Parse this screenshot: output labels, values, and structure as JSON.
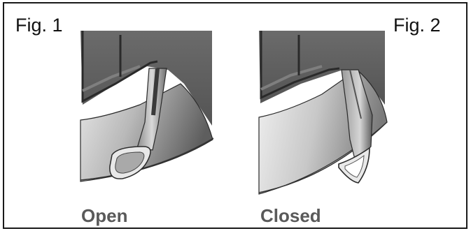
{
  "figures": [
    {
      "figure_label": "Fig. 1",
      "caption": "Open",
      "state": "open"
    },
    {
      "figure_label": "Fig. 2",
      "caption": "Closed",
      "state": "closed"
    }
  ],
  "colors": {
    "frame": "#1a1a1a",
    "caption": "#5a5a5a",
    "panel_dark": "#5f5f5f",
    "panel_light": "#f2f2f2"
  }
}
